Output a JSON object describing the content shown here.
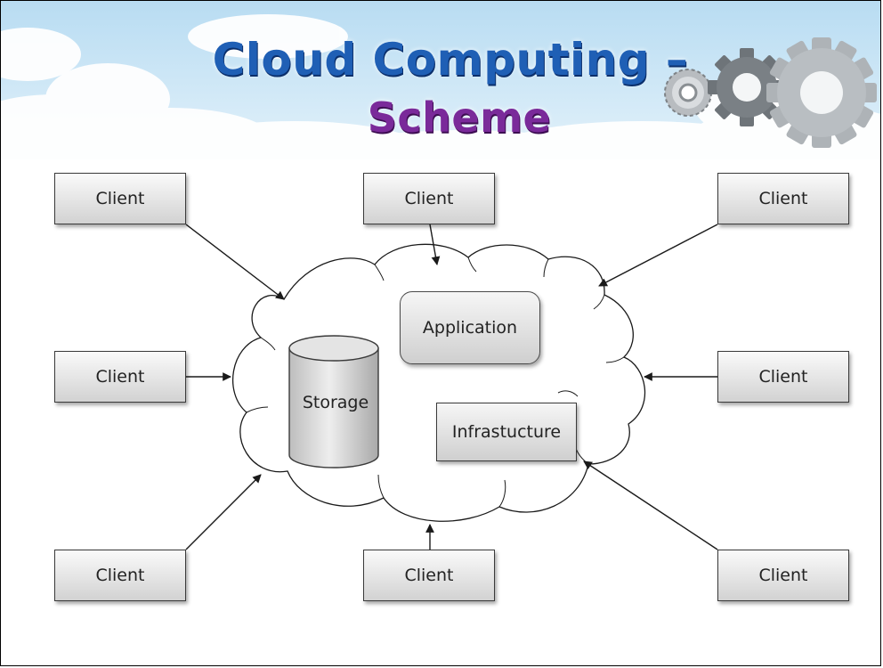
{
  "title": {
    "line1": "Cloud Computing –",
    "line2": "Scheme"
  },
  "colors": {
    "title_line1": "#1f5fb5",
    "title_line2": "#7a2a9a",
    "sky": "#cde6f6",
    "node_fill": "#e6e6e6",
    "connector": "#1a1a1a"
  },
  "diagram": {
    "cloud": {
      "application_label": "Application",
      "infrastructure_label": "Infrastucture",
      "storage_label": "Storage"
    },
    "clients": [
      {
        "label": "Client"
      },
      {
        "label": "Client"
      },
      {
        "label": "Client"
      },
      {
        "label": "Client"
      },
      {
        "label": "Client"
      },
      {
        "label": "Client"
      },
      {
        "label": "Client"
      },
      {
        "label": "Client"
      }
    ]
  }
}
